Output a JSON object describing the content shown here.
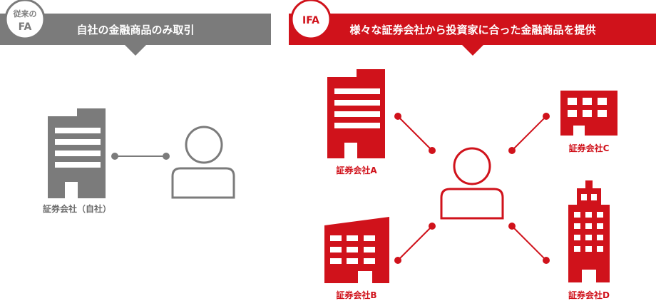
{
  "left": {
    "badge_line1": "従来の",
    "badge_line2": "FA",
    "title": "自社の金融商品のみ取引",
    "company_label": "証券会社（自社）"
  },
  "right": {
    "badge": "IFA",
    "title": "様々な証券会社から投資家に合った金融商品を提供",
    "companies": [
      {
        "label": "証券会社A"
      },
      {
        "label": "証券会社B"
      },
      {
        "label": "証券会社C"
      },
      {
        "label": "証券会社D"
      }
    ]
  },
  "colors": {
    "gray": "#7b7b7b",
    "red": "#d0121b",
    "white": "#ffffff"
  }
}
